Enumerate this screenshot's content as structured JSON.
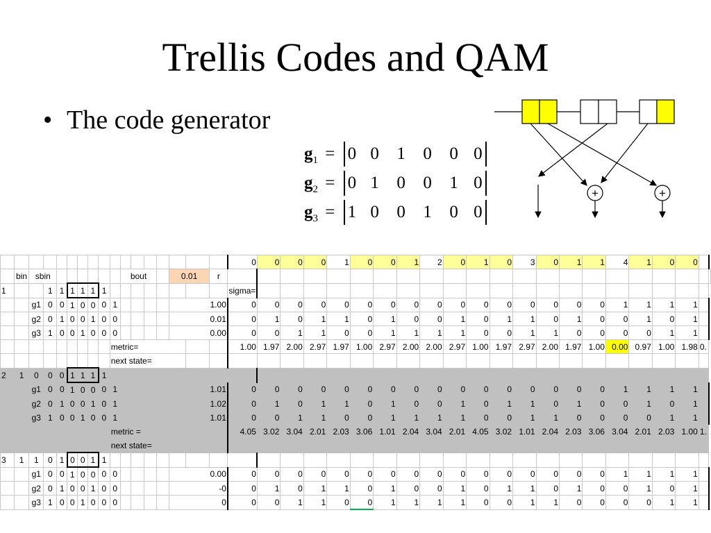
{
  "slide": {
    "title": "Trellis Codes and QAM",
    "bullet": "The code generator",
    "bullet_symbol": "•"
  },
  "generators": [
    {
      "name": "g",
      "sub": "1",
      "eq": "=",
      "values": [
        "0",
        "0",
        "1",
        "0",
        "0",
        "0"
      ]
    },
    {
      "name": "g",
      "sub": "2",
      "eq": "=",
      "values": [
        "0",
        "1",
        "0",
        "0",
        "1",
        "0"
      ]
    },
    {
      "name": "g",
      "sub": "3",
      "eq": "=",
      "values": [
        "1",
        "0",
        "0",
        "1",
        "0",
        "0"
      ]
    }
  ],
  "encoder": {
    "adder_symbol": "+",
    "register_fill": [
      "#ffff00",
      "#ffff00",
      "#ffffff",
      "#ffffff",
      "#ffffff",
      "#ffff00"
    ]
  },
  "sheet": {
    "header": {
      "values": [
        "0",
        "0",
        "0",
        "0",
        "1",
        "0",
        "0",
        "1",
        "2",
        "0",
        "1",
        "0",
        "3",
        "0",
        "1",
        "1",
        "4",
        "1",
        "0",
        "0"
      ],
      "yellow": [
        false,
        true,
        true,
        true,
        false,
        true,
        true,
        true,
        false,
        true,
        true,
        true,
        false,
        true,
        true,
        true,
        false,
        true,
        true,
        true
      ]
    },
    "labels": {
      "bin": "bin",
      "sbin": "sbin",
      "bout": "bout",
      "sigma_val": "0.01",
      "r": "r",
      "sigma": "sigma=",
      "metric": "metric=",
      "metric_sp": "metric =",
      "next_state": "next state="
    },
    "blocks": [
      {
        "id": "1",
        "state": "",
        "bits": [
          "1",
          "1",
          "1",
          "1",
          "1",
          "1"
        ],
        "rows": [
          {
            "g": "g1",
            "bits": [
              "0",
              "0",
              "1",
              "0",
              "0",
              "0",
              "1"
            ],
            "r": "1.00",
            "vals": [
              "0",
              "0",
              "0",
              "0",
              "0",
              "0",
              "0",
              "0",
              "0",
              "0",
              "0",
              "0",
              "0",
              "0",
              "0",
              "0",
              "1",
              "1",
              "1",
              "1"
            ]
          },
          {
            "g": "g2",
            "bits": [
              "0",
              "1",
              "0",
              "0",
              "1",
              "0",
              "0"
            ],
            "r": "0.01",
            "vals": [
              "0",
              "1",
              "0",
              "1",
              "1",
              "0",
              "1",
              "0",
              "0",
              "1",
              "0",
              "1",
              "1",
              "0",
              "1",
              "0",
              "0",
              "1",
              "0",
              "1"
            ]
          },
          {
            "g": "g3",
            "bits": [
              "1",
              "0",
              "0",
              "1",
              "0",
              "0",
              "0"
            ],
            "r": "0.00",
            "vals": [
              "0",
              "0",
              "1",
              "1",
              "0",
              "0",
              "1",
              "1",
              "1",
              "1",
              "0",
              "0",
              "1",
              "1",
              "0",
              "0",
              "0",
              "0",
              "1",
              "1"
            ]
          }
        ],
        "metric": [
          "1.00",
          "1.97",
          "2.00",
          "2.97",
          "1.97",
          "1.00",
          "2.97",
          "2.00",
          "2.00",
          "2.97",
          "1.00",
          "1.97",
          "2.97",
          "2.00",
          "1.97",
          "1.00",
          "0.00",
          "0.97",
          "1.00",
          "1.98",
          "0."
        ]
      },
      {
        "id": "2",
        "state": "1",
        "bits": [
          "0",
          "0",
          "0",
          "1",
          "1",
          "1",
          "1"
        ],
        "rows": [
          {
            "g": "g1",
            "bits": [
              "0",
              "0",
              "1",
              "0",
              "0",
              "0",
              "1"
            ],
            "r": "1.01",
            "vals": [
              "0",
              "0",
              "0",
              "0",
              "0",
              "0",
              "0",
              "0",
              "0",
              "0",
              "0",
              "0",
              "0",
              "0",
              "0",
              "0",
              "1",
              "1",
              "1",
              "1"
            ]
          },
          {
            "g": "g2",
            "bits": [
              "0",
              "1",
              "0",
              "0",
              "1",
              "0",
              "1"
            ],
            "r": "1.02",
            "vals": [
              "0",
              "1",
              "0",
              "1",
              "1",
              "0",
              "1",
              "0",
              "0",
              "1",
              "0",
              "1",
              "1",
              "0",
              "1",
              "0",
              "0",
              "1",
              "0",
              "1"
            ]
          },
          {
            "g": "g3",
            "bits": [
              "1",
              "0",
              "0",
              "1",
              "0",
              "0",
              "1"
            ],
            "r": "1.01",
            "vals": [
              "0",
              "0",
              "1",
              "1",
              "0",
              "0",
              "1",
              "1",
              "1",
              "1",
              "0",
              "0",
              "1",
              "1",
              "0",
              "0",
              "0",
              "0",
              "1",
              "1"
            ]
          }
        ],
        "metric": [
          "4.05",
          "3.02",
          "3.04",
          "2.01",
          "2.03",
          "3.06",
          "1.01",
          "2.04",
          "3.04",
          "2.01",
          "4.05",
          "3.02",
          "1.01",
          "2.04",
          "2.03",
          "3.06",
          "3.04",
          "2.01",
          "2.03",
          "1.00",
          "1."
        ]
      },
      {
        "id": "3",
        "state": "1",
        "bits": [
          "1",
          "0",
          "1",
          "0",
          "0",
          "1",
          "1"
        ],
        "rows": [
          {
            "g": "g1",
            "bits": [
              "0",
              "0",
              "1",
              "0",
              "0",
              "0",
              "0"
            ],
            "r": "0.00",
            "vals": [
              "0",
              "0",
              "0",
              "0",
              "0",
              "0",
              "0",
              "0",
              "0",
              "0",
              "0",
              "0",
              "0",
              "0",
              "0",
              "0",
              "1",
              "1",
              "1",
              "1"
            ]
          },
          {
            "g": "g2",
            "bits": [
              "0",
              "1",
              "0",
              "0",
              "1",
              "0",
              "0"
            ],
            "r": "-0",
            "vals": [
              "0",
              "1",
              "0",
              "1",
              "1",
              "0",
              "1",
              "0",
              "0",
              "1",
              "0",
              "1",
              "1",
              "0",
              "1",
              "0",
              "0",
              "1",
              "0",
              "1"
            ]
          },
          {
            "g": "g3",
            "bits": [
              "1",
              "0",
              "0",
              "1",
              "0",
              "0",
              "0"
            ],
            "r": "0",
            "vals": [
              "0",
              "0",
              "1",
              "1",
              "0",
              "0",
              "1",
              "1",
              "1",
              "1",
              "0",
              "0",
              "1",
              "1",
              "0",
              "0",
              "0",
              "0",
              "1",
              "1"
            ]
          }
        ]
      }
    ]
  }
}
